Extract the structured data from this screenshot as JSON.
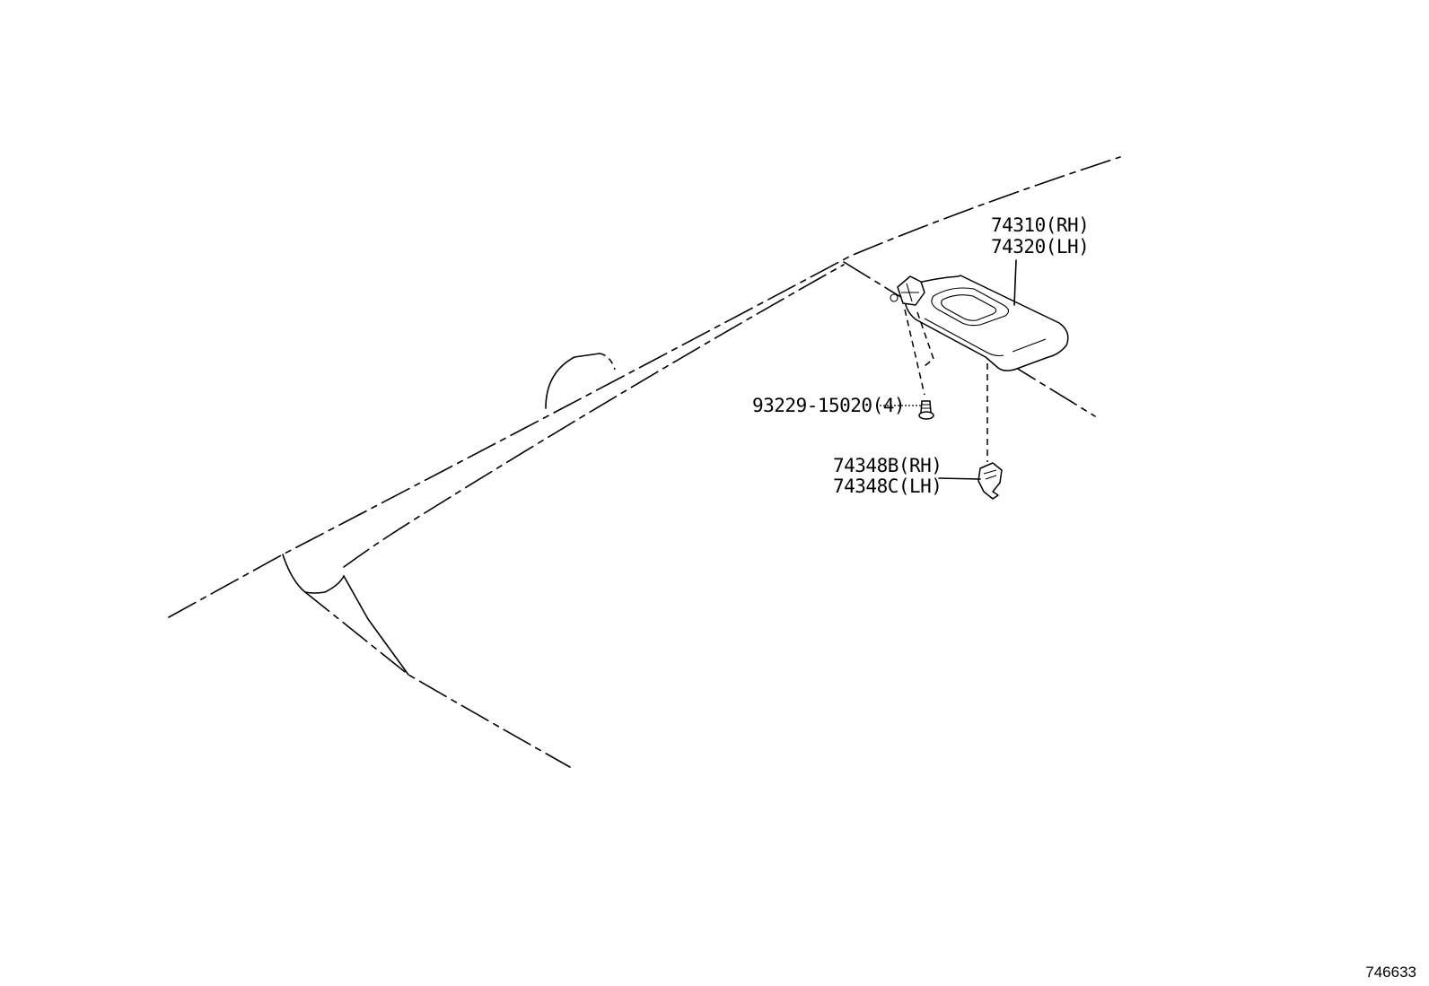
{
  "diagram": {
    "callouts": [
      {
        "id": "sun-visor",
        "lines": [
          "74310(RH)",
          "74320(LH)"
        ]
      },
      {
        "id": "screw",
        "lines": [
          "93229-15020(4)"
        ]
      },
      {
        "id": "holder",
        "lines": [
          "74348B(RH)",
          "74348C(LH)"
        ]
      }
    ],
    "figure_number": "746633"
  }
}
